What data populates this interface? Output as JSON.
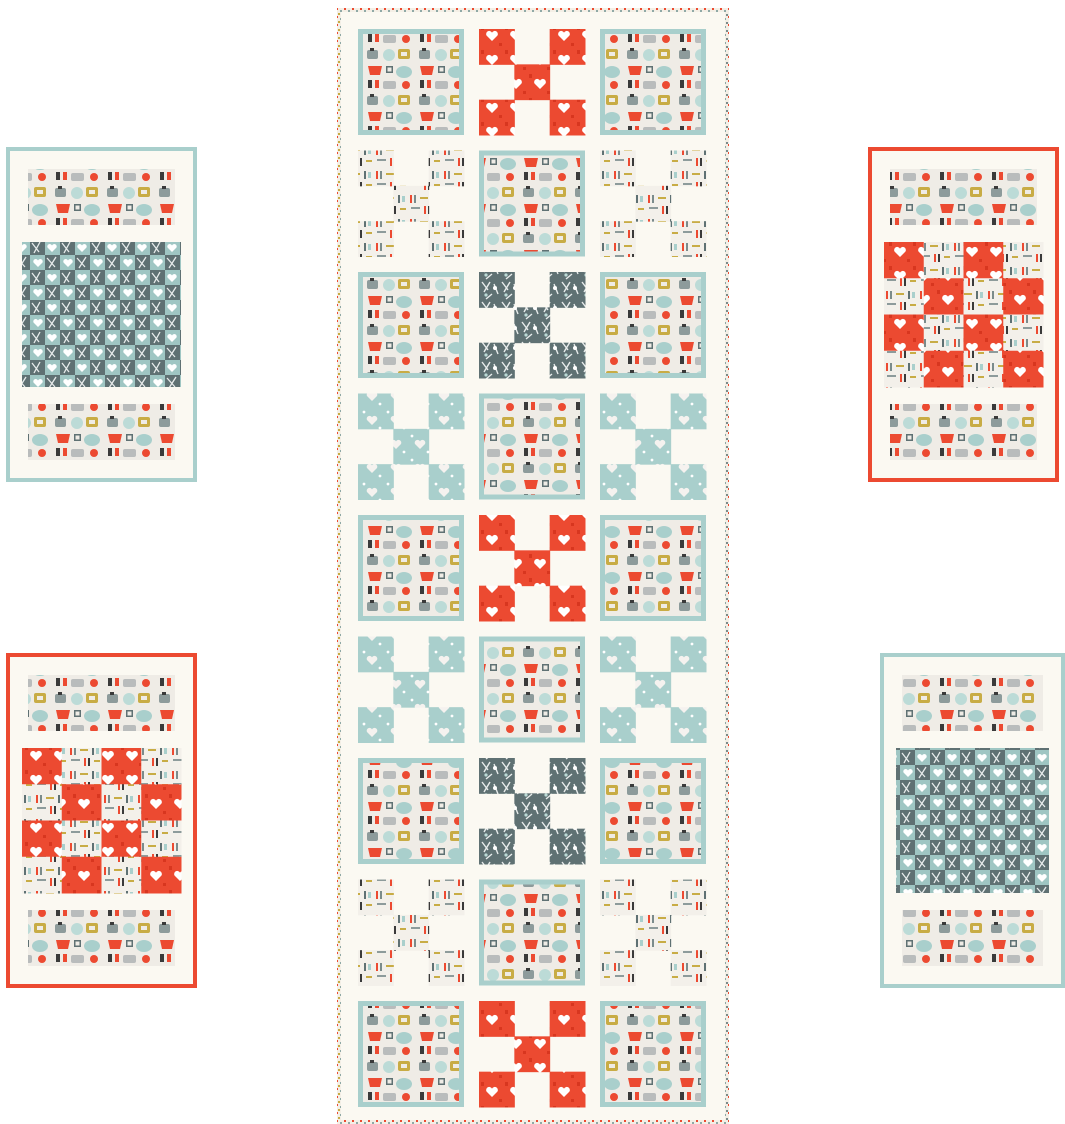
{
  "colors": {
    "background": "#ffffff",
    "cream": "#fbf9f2",
    "print_bg": "#efece6",
    "aqua": "#a9cfcc",
    "aqua_light": "#bcdbd7",
    "slate": "#5f7173",
    "slate_dark": "#48585a",
    "red": "#ec4a31",
    "red_dark": "#d8361f",
    "mustard": "#c8ac45",
    "ink": "#3a3a3a",
    "binding_dots": [
      "#ec4a31",
      "#8fa9a6",
      "#c8ac45",
      "#7b8b8b"
    ]
  },
  "table_runner": {
    "rows": [
      {
        "corner": "teapot-print",
        "center": "red-heart"
      },
      {
        "corner": "kitchen-stripe",
        "center": "teapot-print"
      },
      {
        "corner": "teapot-print",
        "center": "slate-floral"
      },
      {
        "corner": "aqua-heart",
        "center": "teapot-print"
      },
      {
        "corner": "teapot-print",
        "center": "red-heart"
      },
      {
        "corner": "aqua-heart",
        "center": "teapot-print"
      },
      {
        "corner": "teapot-print",
        "center": "slate-floral"
      },
      {
        "corner": "kitchen-stripe",
        "center": "teapot-print"
      },
      {
        "corner": "teapot-print",
        "center": "red-heart"
      }
    ]
  },
  "placemats": [
    {
      "name": "placemat-aqua-left",
      "frame": "aqua",
      "center": "aqua-floral"
    },
    {
      "name": "placemat-red-left",
      "frame": "red",
      "center": "red-heart-check"
    },
    {
      "name": "placemat-red-right",
      "frame": "red",
      "center": "red-heart-check"
    },
    {
      "name": "placemat-aqua-right",
      "frame": "aqua",
      "center": "aqua-floral"
    }
  ]
}
